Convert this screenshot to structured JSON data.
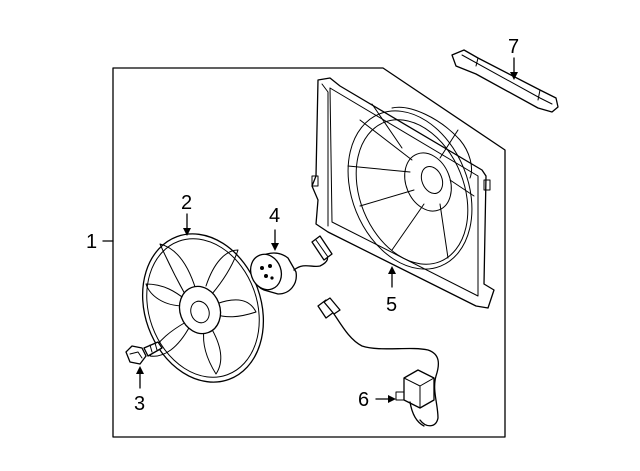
{
  "diagram": {
    "callouts": {
      "c1": "1",
      "c2": "2",
      "c3": "3",
      "c4": "4",
      "c5": "5",
      "c6": "6",
      "c7": "7"
    },
    "parts": [
      {
        "id": "1",
        "name": "fan-assembly-box"
      },
      {
        "id": "2",
        "name": "fan-blade"
      },
      {
        "id": "3",
        "name": "bolt"
      },
      {
        "id": "4",
        "name": "fan-motor"
      },
      {
        "id": "5",
        "name": "fan-shroud"
      },
      {
        "id": "6",
        "name": "wiring-harness"
      },
      {
        "id": "7",
        "name": "seal-strip"
      }
    ]
  }
}
